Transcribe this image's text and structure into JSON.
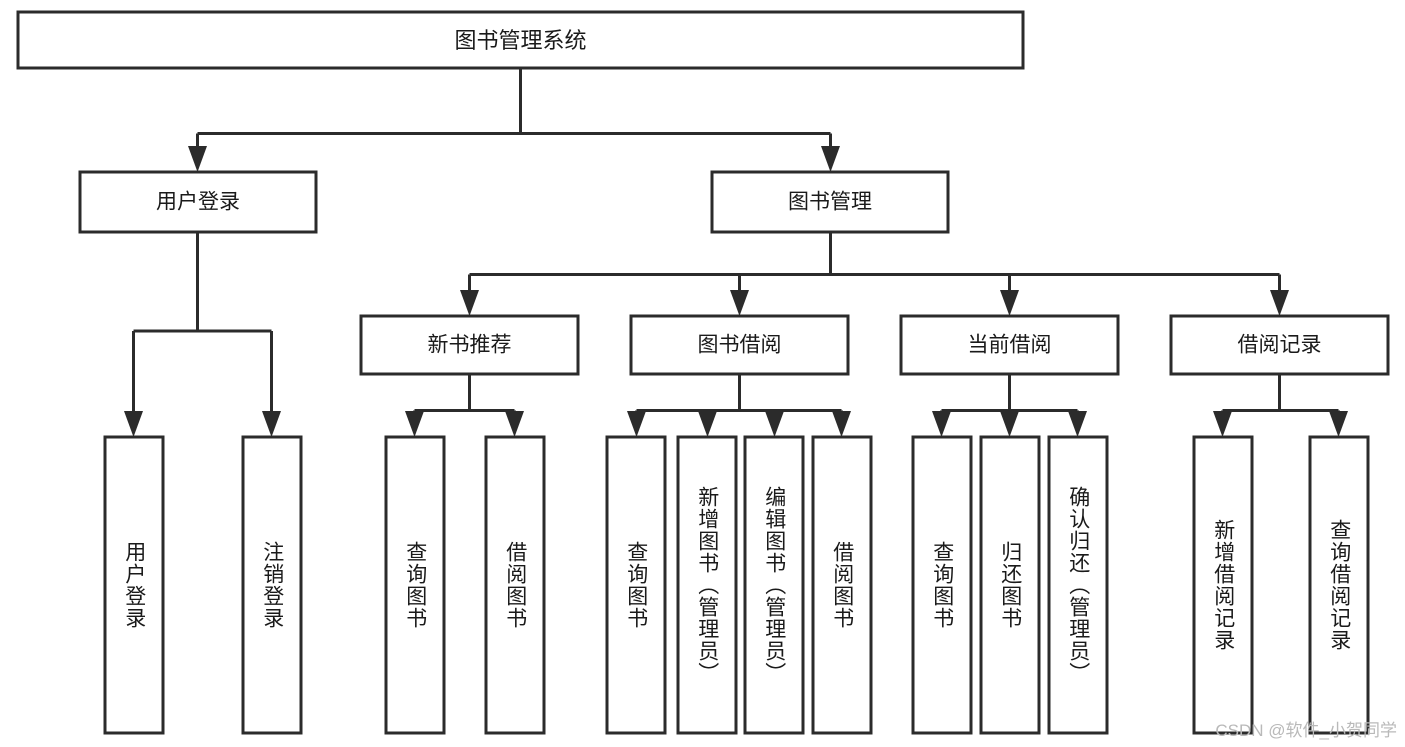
{
  "diagram": {
    "type": "tree-hierarchy",
    "title": "图书管理系统",
    "watermark": "CSDN @软件_小贺同学",
    "colors": {
      "stroke": "#2b2b2b",
      "fill": "#ffffff",
      "text": "#1a1a1a",
      "watermark": "#b9b9b9"
    },
    "levels": {
      "root": {
        "label": "图书管理系统"
      },
      "level2": [
        {
          "label": "用户登录"
        },
        {
          "label": "图书管理"
        }
      ],
      "level3": [
        {
          "label": "新书推荐"
        },
        {
          "label": "图书借阅"
        },
        {
          "label": "当前借阅"
        },
        {
          "label": "借阅记录"
        }
      ]
    },
    "leaves": {
      "user_login": [
        {
          "label": "用户登录"
        },
        {
          "label": "注销登录"
        }
      ],
      "new_book_recommend": [
        {
          "label": "查询图书"
        },
        {
          "label": "借阅图书"
        }
      ],
      "book_borrow": [
        {
          "label": "查询图书"
        },
        {
          "label": "新增图书（管理员）"
        },
        {
          "label": "编辑图书（管理员）"
        },
        {
          "label": "借阅图书"
        }
      ],
      "current_borrow": [
        {
          "label": "查询图书"
        },
        {
          "label": "归还图书"
        },
        {
          "label": "确认归还（管理员）"
        }
      ],
      "borrow_record": [
        {
          "label": "新增借阅记录"
        },
        {
          "label": "查询借阅记录"
        }
      ]
    }
  }
}
